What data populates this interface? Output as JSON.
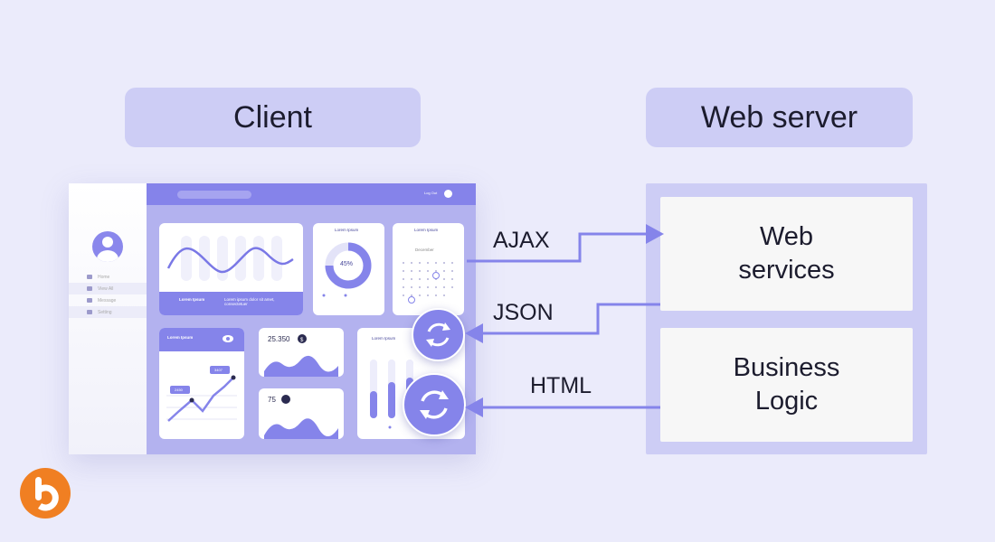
{
  "headers": {
    "client": "Client",
    "server": "Web server"
  },
  "server": {
    "web_services": "Web\nservices",
    "business_logic": "Business\nLogic"
  },
  "arrows": {
    "ajax": "AJAX",
    "json": "JSON",
    "html": "HTML"
  },
  "dashboard": {
    "logout": "Log Out",
    "sidebar": [
      "Home",
      "View All",
      "Message",
      "Setting"
    ],
    "card1_title": "Lorem Ipsum",
    "card1_sub": "Lorem ipsum dolor sit amet, consectetuer",
    "donut_title": "Lorem Ipsum",
    "donut_value": "45%",
    "calendar_title": "Lorem Ipsum",
    "calendar_month": "December",
    "line_card_title": "Lorem Ipsum",
    "line_tag_a": "2450",
    "line_tag_b": "3407",
    "stat_a_value": "25.350",
    "stat_b_value": "75",
    "bar_card_title": "Lorem Ipsum"
  },
  "colors": {
    "accent": "#8584ea",
    "panel": "#cdcdf5",
    "background": "#ebebfb",
    "logo": "#f07f22"
  },
  "icons": [
    "sync-icon",
    "user-icon",
    "search-icon",
    "eye-icon",
    "dollar-icon",
    "brand-logo-icon"
  ]
}
